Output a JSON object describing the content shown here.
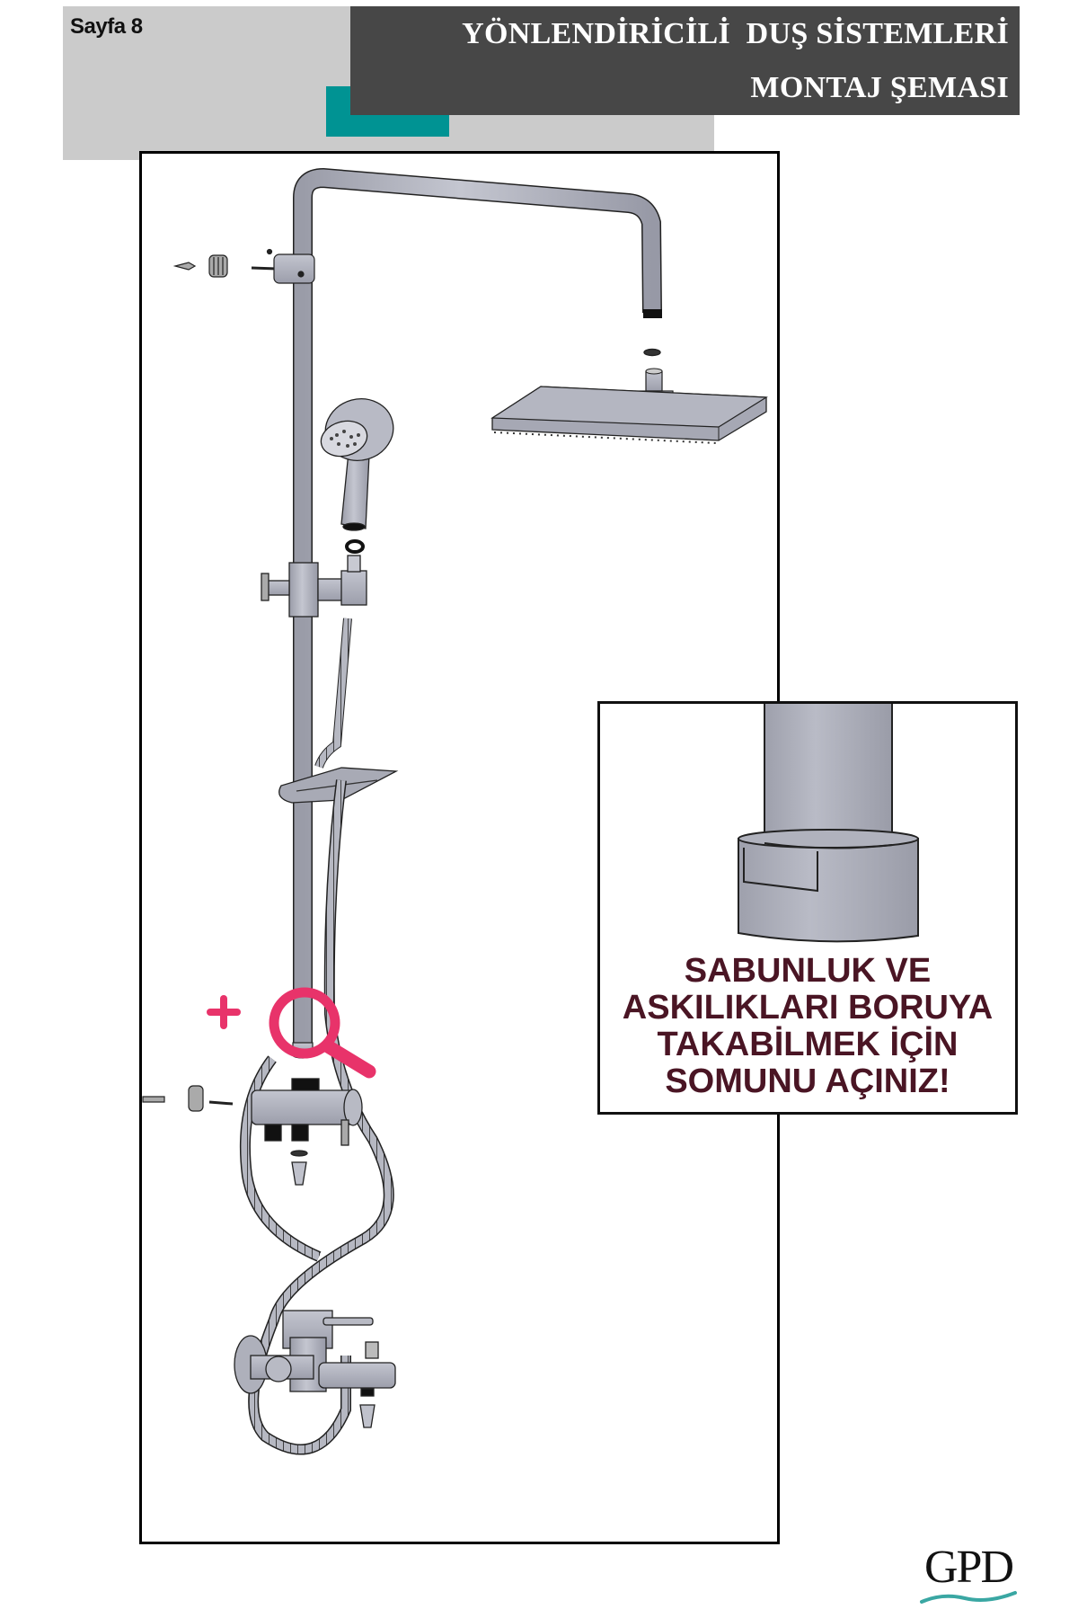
{
  "header": {
    "page_label": "Sayfa 8",
    "title_line1": "YÖNLENDİRİCİLİ  DUŞ SİSTEMLERİ",
    "title_line2": "MONTAJ ŞEMASI",
    "colors": {
      "gray_block": "#cbcbcb",
      "dark_bar": "#474747",
      "teal_accent": "#009393"
    }
  },
  "diagram": {
    "description": "Exploded assembly diagram of shower system with diverter",
    "parts": [
      "overhead-arm-pipe",
      "wall-bracket-top",
      "rain-shower-head",
      "hand-shower",
      "sliding-holder",
      "soap-dish",
      "pipe-nut",
      "diverter-body",
      "wall-bracket-bottom",
      "flexible-hoses",
      "bath-mixer"
    ],
    "magnifier": {
      "icon": "magnifier-zoom-in-icon",
      "color": "#e8336a"
    }
  },
  "callout": {
    "lines": [
      "SABUNLUK VE",
      "ASKILIKLARI BORUYA",
      "TAKABİLMEK İÇİN",
      "SOMUNU AÇINIZ!"
    ],
    "text_color": "#4a1524"
  },
  "logo": {
    "text": "GPD",
    "wave_color": "#3aa7a3"
  }
}
